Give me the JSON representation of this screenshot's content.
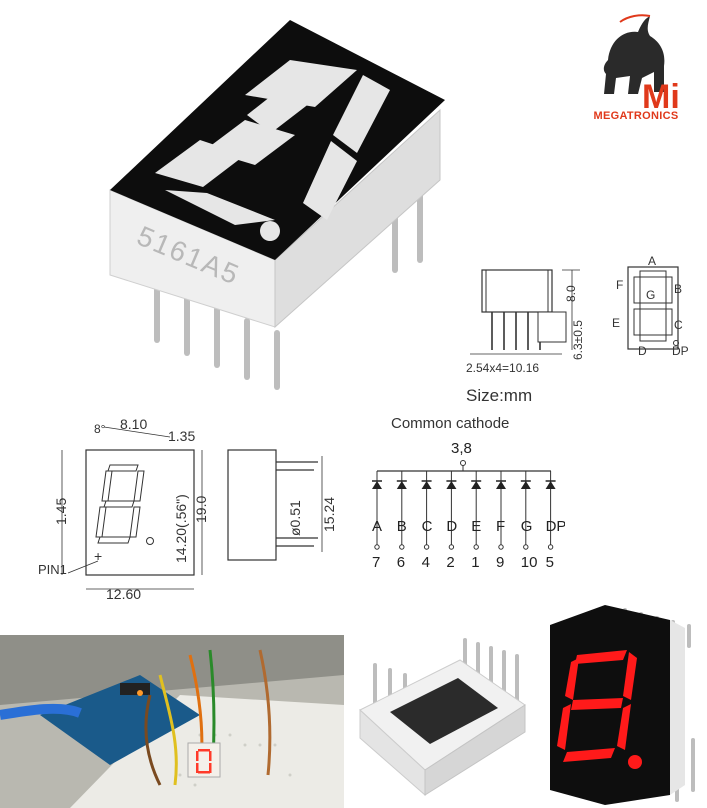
{
  "brand": {
    "name": "MEGATRONICS",
    "monogram": "Mi",
    "accent": "#e0391b"
  },
  "component": {
    "part_marking": "5161A5",
    "lit_digit_color": "#ff1a1a",
    "segment_color_off": "#e8e8e8"
  },
  "side_view": {
    "pitch_label": "2.54x4=10.16",
    "height_label": "8.0",
    "pin_label": "6.3±0.5"
  },
  "size_caption": "Size:mm",
  "pinout_diagram": {
    "segments": [
      "A",
      "B",
      "C",
      "D",
      "E",
      "F",
      "G",
      "DP"
    ]
  },
  "front_dims": {
    "angle": "8°",
    "width_top": "8.10",
    "gap": "1.35",
    "left_offset": "1.45",
    "digit_height": "14.20(.56\")",
    "body_height": "19.0",
    "body_width": "12.60",
    "pin1_label": "PIN1"
  },
  "profile_dims": {
    "pin_diameter": "ø0.51",
    "profile_height": "15.24"
  },
  "schematic": {
    "caption": "Common cathode",
    "common_pins": "3,8",
    "segments": [
      "A",
      "B",
      "C",
      "D",
      "E",
      "F",
      "G",
      "DP"
    ],
    "pins": [
      "7",
      "6",
      "4",
      "2",
      "1",
      "9",
      "10",
      "5"
    ]
  }
}
